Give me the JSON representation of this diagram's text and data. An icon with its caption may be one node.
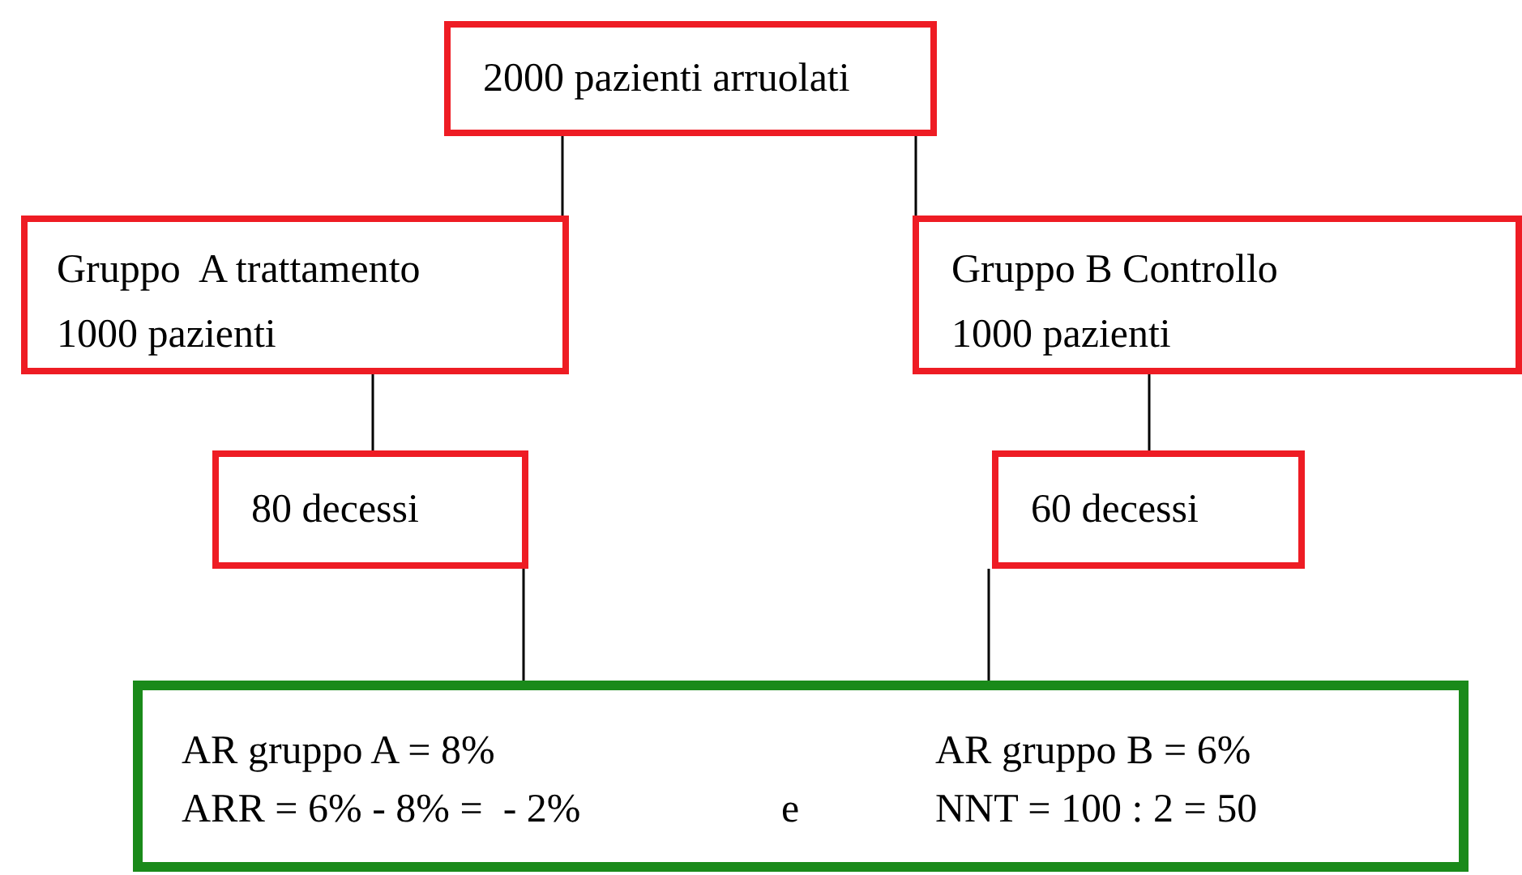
{
  "diagram": {
    "nodes": [
      {
        "text": [
          "2000 pazienti arruolati"
        ]
      },
      {
        "text": [
          "Gruppo  A trattamento 1000 pazienti"
        ]
      },
      {
        "text": [
          "Gruppo B Controllo 1000 pazienti"
        ]
      },
      {
        "text": [
          "80 decessi"
        ]
      },
      {
        "text": [
          "60 decessi"
        ]
      },
      {
        "text": [
          "AR gruppo A = 8%",
          "AR gruppo B = 6%",
          "ARR = 6% - 8% =  - 2%",
          "e",
          "NNT = 100 : 2 = 50"
        ]
      }
    ],
    "edges": [
      {
        "from": 0,
        "to": 1,
        "arrow": "none"
      },
      {
        "from": 0,
        "to": 2,
        "arrow": "none"
      },
      {
        "from": 1,
        "to": 3,
        "arrow": "none"
      },
      {
        "from": 2,
        "to": 4,
        "arrow": "none"
      },
      {
        "from": 3,
        "to": 5,
        "arrow": "none"
      },
      {
        "from": 4,
        "to": 5,
        "arrow": "none"
      }
    ]
  }
}
